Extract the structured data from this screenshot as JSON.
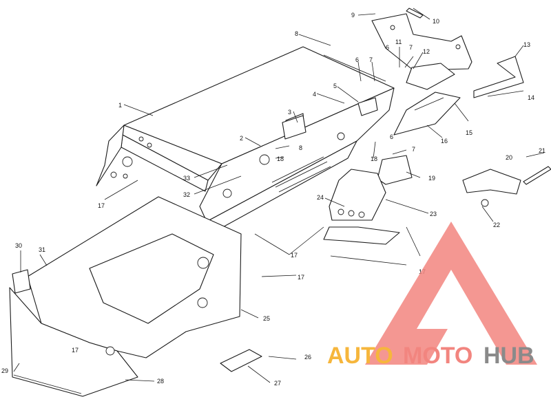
{
  "diagram": {
    "type": "exploded-parts-diagram",
    "callouts": [
      {
        "id": "c1",
        "label": "1"
      },
      {
        "id": "c2",
        "label": "2"
      },
      {
        "id": "c3",
        "label": "3"
      },
      {
        "id": "c4",
        "label": "4"
      },
      {
        "id": "c5",
        "label": "5"
      },
      {
        "id": "c6a",
        "label": "6"
      },
      {
        "id": "c6b",
        "label": "6"
      },
      {
        "id": "c6c",
        "label": "6"
      },
      {
        "id": "c7a",
        "label": "7"
      },
      {
        "id": "c7b",
        "label": "7"
      },
      {
        "id": "c7c",
        "label": "7"
      },
      {
        "id": "c8a",
        "label": "8"
      },
      {
        "id": "c8b",
        "label": "8"
      },
      {
        "id": "c9",
        "label": "9"
      },
      {
        "id": "c10",
        "label": "10"
      },
      {
        "id": "c11",
        "label": "11"
      },
      {
        "id": "c12",
        "label": "12"
      },
      {
        "id": "c13",
        "label": "13"
      },
      {
        "id": "c14",
        "label": "14"
      },
      {
        "id": "c15",
        "label": "15"
      },
      {
        "id": "c16",
        "label": "16"
      },
      {
        "id": "c17a",
        "label": "17"
      },
      {
        "id": "c17b",
        "label": "17"
      },
      {
        "id": "c17c",
        "label": "17"
      },
      {
        "id": "c17d",
        "label": "17"
      },
      {
        "id": "c17e",
        "label": "17"
      },
      {
        "id": "c18a",
        "label": "18"
      },
      {
        "id": "c18b",
        "label": "18"
      },
      {
        "id": "c19",
        "label": "19"
      },
      {
        "id": "c20",
        "label": "20"
      },
      {
        "id": "c21",
        "label": "21"
      },
      {
        "id": "c22",
        "label": "22"
      },
      {
        "id": "c23",
        "label": "23"
      },
      {
        "id": "c24",
        "label": "24"
      },
      {
        "id": "c25",
        "label": "25"
      },
      {
        "id": "c26",
        "label": "26"
      },
      {
        "id": "c27",
        "label": "27"
      },
      {
        "id": "c28",
        "label": "28"
      },
      {
        "id": "c29",
        "label": "29"
      },
      {
        "id": "c30",
        "label": "30"
      },
      {
        "id": "c31",
        "label": "31"
      },
      {
        "id": "c32",
        "label": "32"
      },
      {
        "id": "c33",
        "label": "33"
      }
    ]
  },
  "watermark": {
    "part1": "AUTO",
    "part2": "MOTO",
    "part3": "HUB",
    "color_primary": "#f2857f",
    "color_secondary": "#f6b63c",
    "color_tertiary": "#8a8a8a"
  }
}
